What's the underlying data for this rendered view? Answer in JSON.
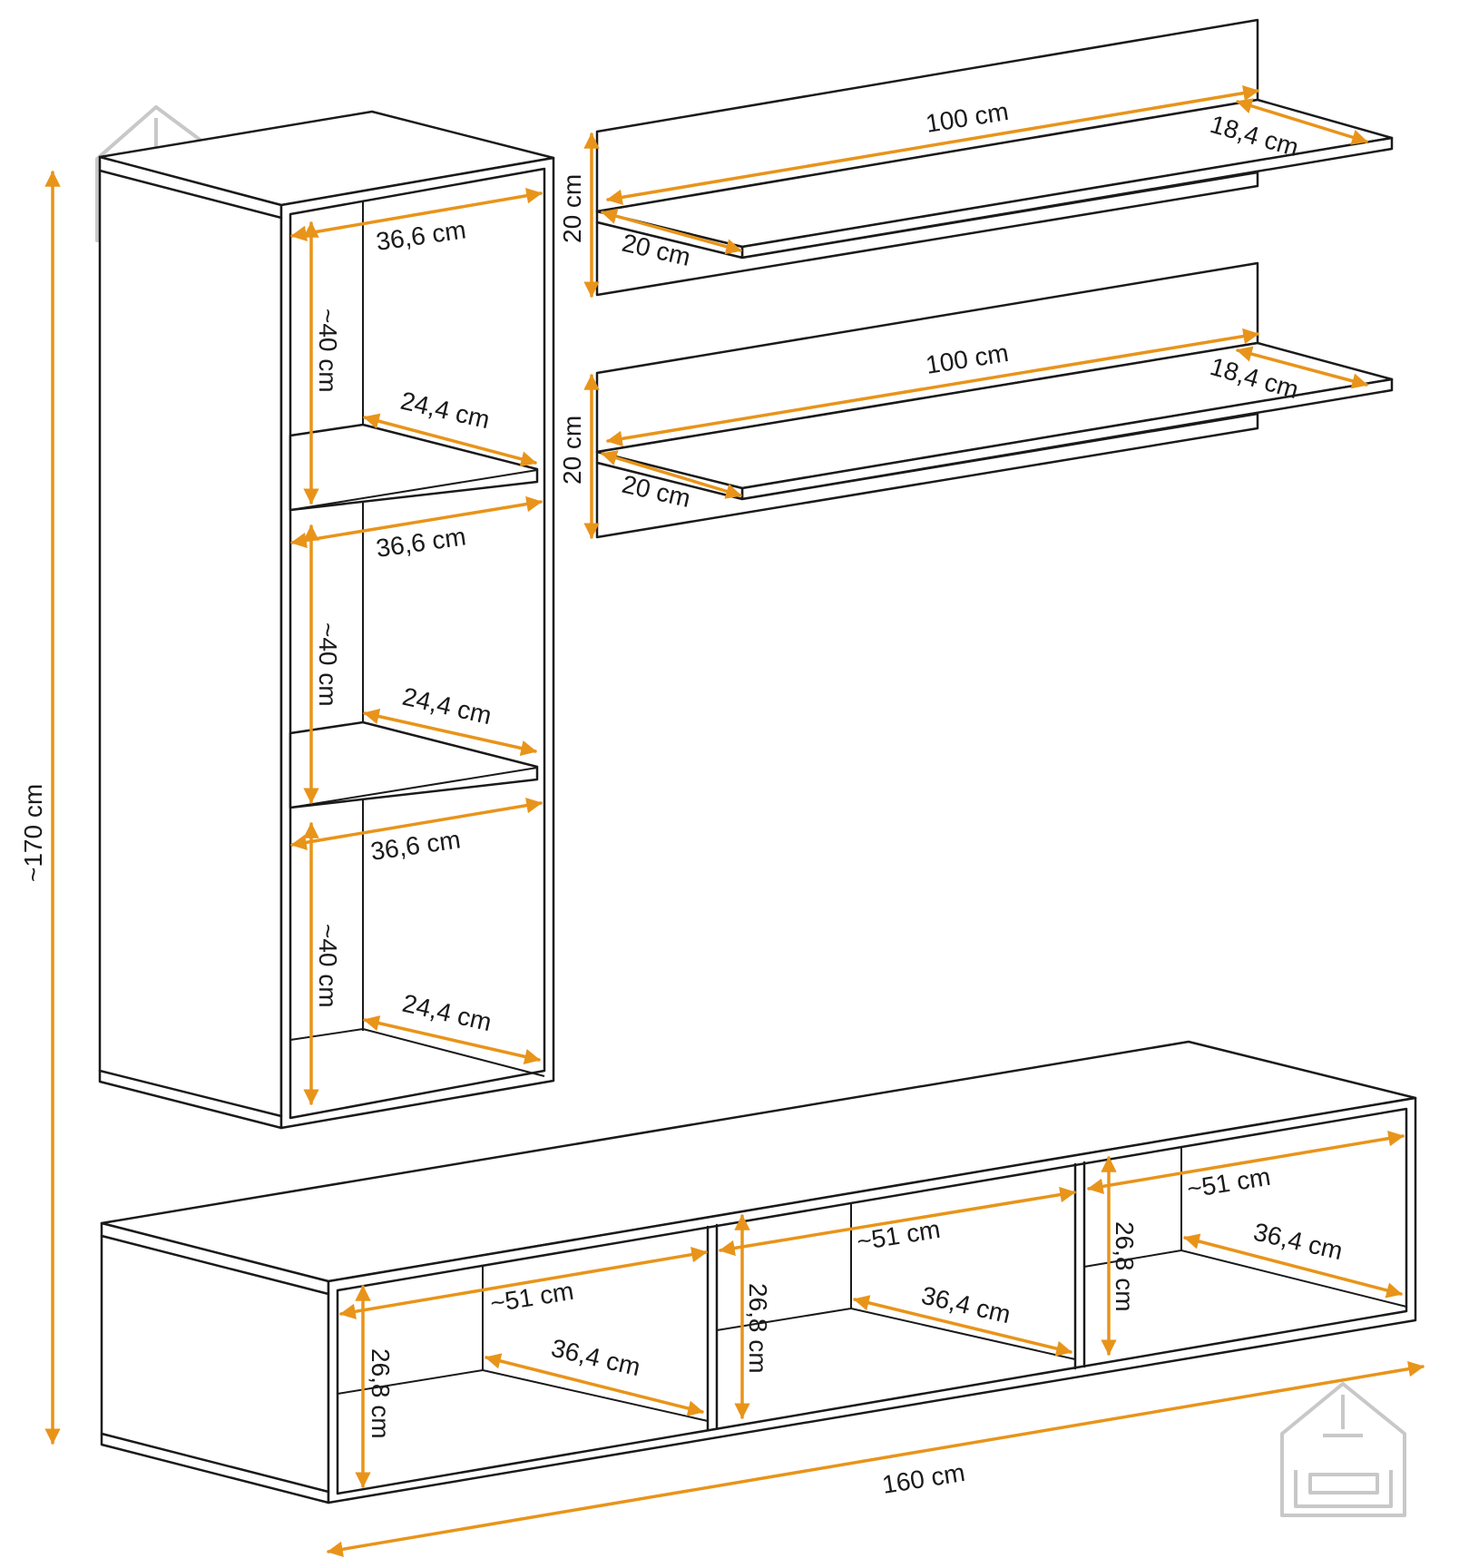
{
  "colors": {
    "dimension": "#e8941a",
    "outline": "#1a1a1a",
    "logo": "#c8c8c8"
  },
  "icons": {
    "logo_top": "house-sofa-logo",
    "logo_bottom": "house-sofa-logo"
  },
  "labels": {
    "total_height": "~170 cm",
    "total_width": "160 cm",
    "tall_cabinet": {
      "widths": [
        "36,6 cm",
        "36,6 cm",
        "36,6 cm"
      ],
      "heights": [
        "~40 cm",
        "~40 cm",
        "~40 cm"
      ],
      "depths": [
        "24,4 cm",
        "24,4 cm",
        "24,4 cm"
      ]
    },
    "shelf_top": {
      "length": "100 cm",
      "depth_right": "18,4 cm",
      "height": "20 cm",
      "depth_left": "20 cm"
    },
    "shelf_bottom": {
      "length": "100 cm",
      "depth_right": "18,4 cm",
      "height": "20 cm",
      "depth_left": "20 cm"
    },
    "tv_unit": {
      "widths": [
        "~51 cm",
        "~51 cm",
        "~51 cm"
      ],
      "heights": [
        "26,8 cm",
        "26,8 cm",
        "26,8 cm"
      ],
      "depths": [
        "36,4 cm",
        "36,4 cm",
        "36,4 cm"
      ]
    }
  }
}
